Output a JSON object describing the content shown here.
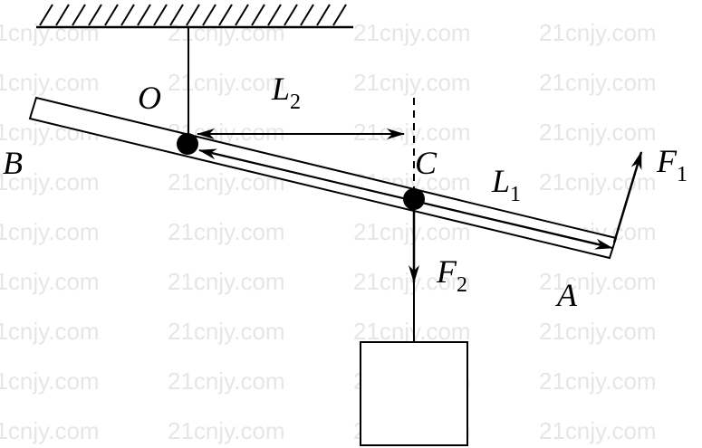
{
  "watermark": "21cnjy.com",
  "labels": {
    "O": "O",
    "B": "B",
    "C": "C",
    "A": "A",
    "L2_main": "L",
    "L2_sub": "2",
    "L1_main": "L",
    "L1_sub": "1",
    "F1_main": "F",
    "F1_sub": "1",
    "F2_main": "F",
    "F2_sub": "2"
  }
}
